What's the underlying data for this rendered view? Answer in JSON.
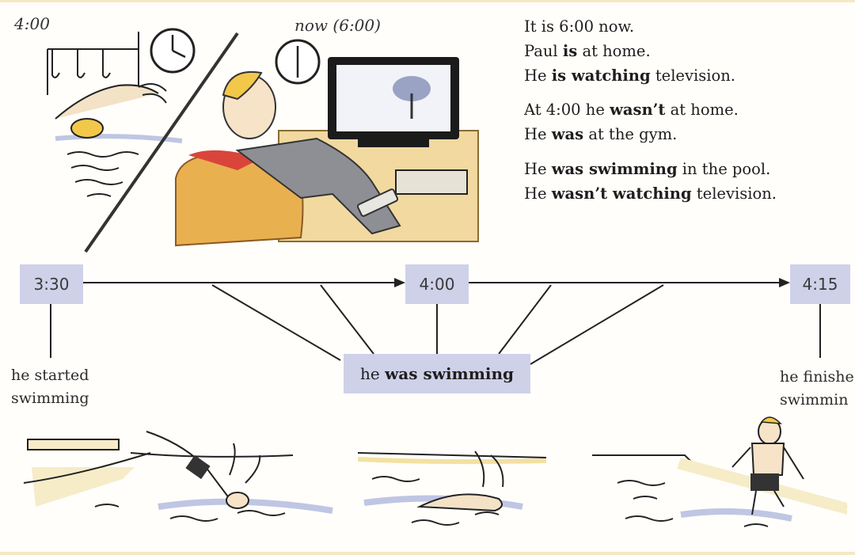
{
  "captions": {
    "time_past": "4:00",
    "time_now": "now (6:00)"
  },
  "text_block": {
    "l1": "It is 6:00 now.",
    "l2_a": "Paul ",
    "l2_b": "is",
    "l2_c": " at home.",
    "l3_a": "He ",
    "l3_b": "is watching",
    "l3_c": " television.",
    "l4_a": "At 4:00 he ",
    "l4_b": "wasn’t",
    "l4_c": " at home.",
    "l5_a": "He ",
    "l5_b": "was",
    "l5_c": " at the gym.",
    "l6_a": "He ",
    "l6_b": "was swimming",
    "l6_c": " in the pool.",
    "l7_a": "He ",
    "l7_b": "wasn’t watching",
    "l7_c": " television."
  },
  "timeline": {
    "start": "3:30",
    "middle": "4:00",
    "end": "4:15",
    "phrase_a": "he ",
    "phrase_b": "was swimming",
    "start_label_1": "he started",
    "start_label_2": "swimming",
    "end_label_1": "he finishe",
    "end_label_2": "swimmin"
  },
  "colors": {
    "box": "#cfd1e9",
    "water": "#c6cde6",
    "chair": "#e9b04f",
    "tv_frame": "#1b1b1b",
    "cabinet": "#f1d9a0"
  }
}
